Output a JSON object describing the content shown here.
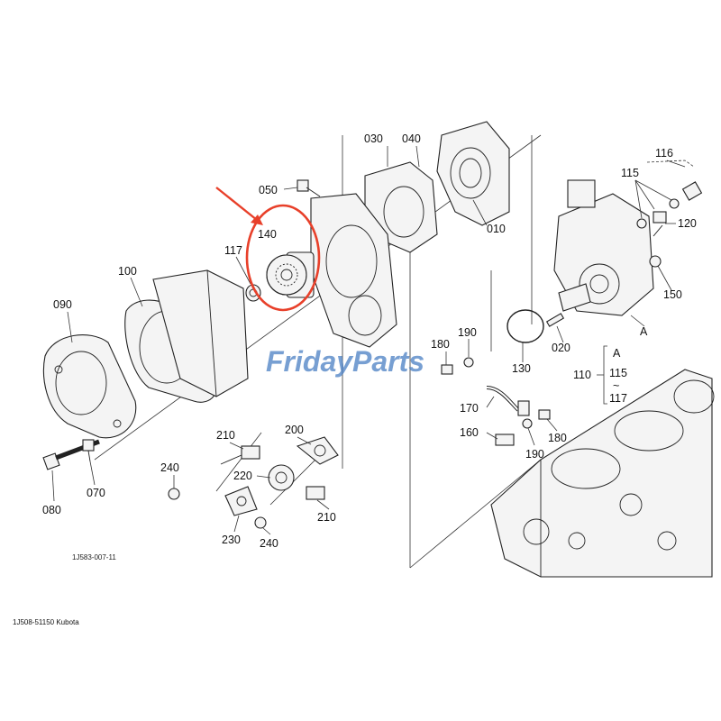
{
  "parts": {
    "p010": "010",
    "p020": "020",
    "p030": "030",
    "p040": "040",
    "p050": "050",
    "p070": "070",
    "p080": "080",
    "p090": "090",
    "p100": "100",
    "p110": "110",
    "p115": "115",
    "p116": "116",
    "p117": "117",
    "p120": "120",
    "p130": "130",
    "p140": "140",
    "p150": "150",
    "p160": "160",
    "p170": "170",
    "p180": "180",
    "p190": "190",
    "p200": "200",
    "p210": "210",
    "p220": "220",
    "p230": "230",
    "p240": "240",
    "refA": "A"
  },
  "range_bracket": {
    "top": "A",
    "mid": "115",
    "tilde": "~",
    "bottom": "117"
  },
  "drawing_code": "1J583-007-11",
  "watermark": "FridayParts",
  "caption": "1J508-51150 Kubota",
  "highlight": {
    "target_part": "140",
    "color": "#e8402a"
  },
  "watermark_color": "#4a7fc4"
}
